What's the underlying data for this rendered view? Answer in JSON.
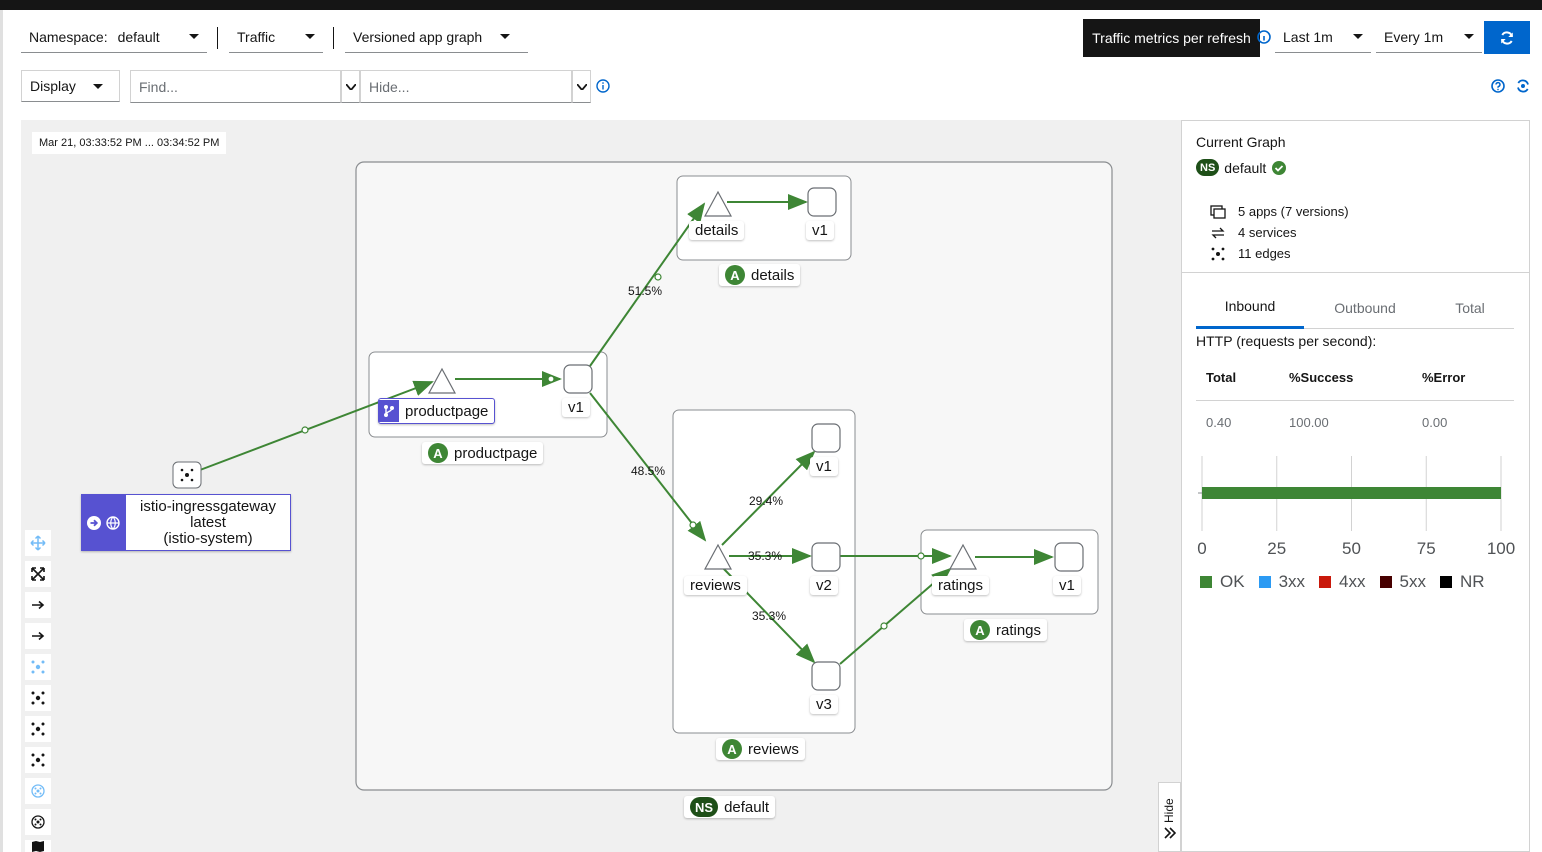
{
  "toolbar": {
    "namespace_label": "Namespace:",
    "namespace_value": "default",
    "traffic_label": "Traffic",
    "graph_type": "Versioned app graph",
    "display_label": "Display",
    "find_placeholder": "Find...",
    "hide_placeholder": "Hide...",
    "tooltip": "Traffic metrics per refresh",
    "duration": "Last 1m",
    "refresh_interval": "Every 1m"
  },
  "graph": {
    "timestamp": "Mar 21, 03:33:52 PM ... 03:34:52 PM",
    "namespace_box": "default",
    "ns_badge": "NS",
    "app_badge": "A",
    "apps": {
      "details": "details",
      "productpage": "productpage",
      "reviews": "reviews",
      "ratings": "ratings"
    },
    "services": {
      "details": "details",
      "productpage": "productpage",
      "reviews": "reviews",
      "ratings": "ratings"
    },
    "versions": {
      "details_v1": "v1",
      "productpage_v1": "v1",
      "reviews_v1": "v1",
      "reviews_v2": "v2",
      "reviews_v3": "v3",
      "ratings_v1": "v1"
    },
    "gateway": {
      "line1": "istio-ingressgateway",
      "line2": "latest",
      "line3": "(istio-system)"
    },
    "edge_labels": {
      "to_details": "51.5%",
      "to_reviews": "48.5%",
      "to_reviews_v1": "29.4%",
      "to_reviews_v2": "35.3%",
      "to_reviews_v3": "35.3%"
    },
    "hide_tab": "Hide",
    "colors": {
      "edge": "#3e8635",
      "gateway": "#5752d1"
    }
  },
  "side_panel": {
    "title": "Current Graph",
    "ns_badge": "NS",
    "namespace": "default",
    "apps": "5 apps (7 versions)",
    "services": "4 services",
    "edges": "11 edges",
    "tabs": [
      "Inbound",
      "Outbound",
      "Total"
    ],
    "http_title": "HTTP (requests per second):",
    "table_headers": [
      "Total",
      "%Success",
      "%Error"
    ],
    "table_values": [
      "0.40",
      "100.00",
      "0.00"
    ],
    "chart_ticks": [
      "0",
      "25",
      "50",
      "75",
      "100"
    ],
    "legend": [
      {
        "label": "OK",
        "color": "#3e8635"
      },
      {
        "label": "3xx",
        "color": "#2b9af3"
      },
      {
        "label": "4xx",
        "color": "#c9190b"
      },
      {
        "label": "5xx",
        "color": "#470000"
      },
      {
        "label": "NR",
        "color": "#000000"
      }
    ]
  },
  "chart_data": {
    "type": "bar",
    "categories": [
      ""
    ],
    "series": [
      {
        "name": "OK",
        "values": [
          100
        ]
      },
      {
        "name": "3xx",
        "values": [
          0
        ]
      },
      {
        "name": "4xx",
        "values": [
          0
        ]
      },
      {
        "name": "5xx",
        "values": [
          0
        ]
      },
      {
        "name": "NR",
        "values": [
          0
        ]
      }
    ],
    "xlim": [
      0,
      100
    ]
  }
}
